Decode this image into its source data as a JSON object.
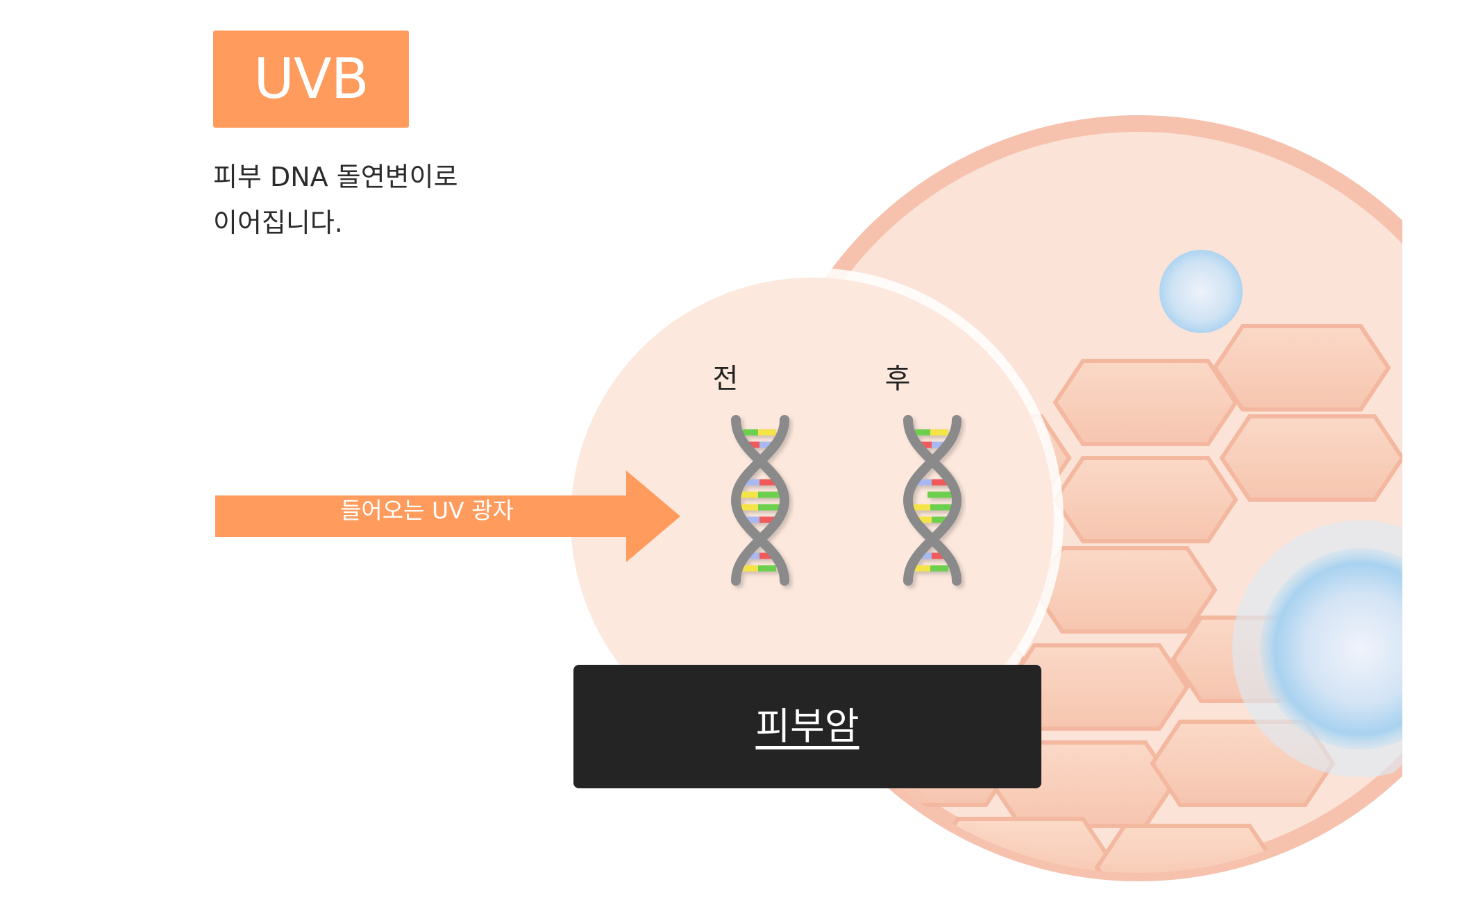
{
  "badge": {
    "label": "UVB"
  },
  "description": {
    "line1": "피부 DNA 돌연변이로",
    "line2": "이어집니다."
  },
  "arrow": {
    "label": "들어오는 UV 광자"
  },
  "dna": {
    "before_label": "전",
    "after_label": "후"
  },
  "result_button": {
    "label": "피부암"
  },
  "colors": {
    "accent": "#ff9b5c",
    "button_bg": "#242424",
    "skin_circle": "#f8c9b8",
    "zoom_circle": "#fde6da",
    "cell_blue": "#b3d8f2",
    "dna_strand": "#8a8a8a"
  },
  "icons": [
    "dna-before-icon",
    "dna-after-icon",
    "arrow-right-icon"
  ]
}
